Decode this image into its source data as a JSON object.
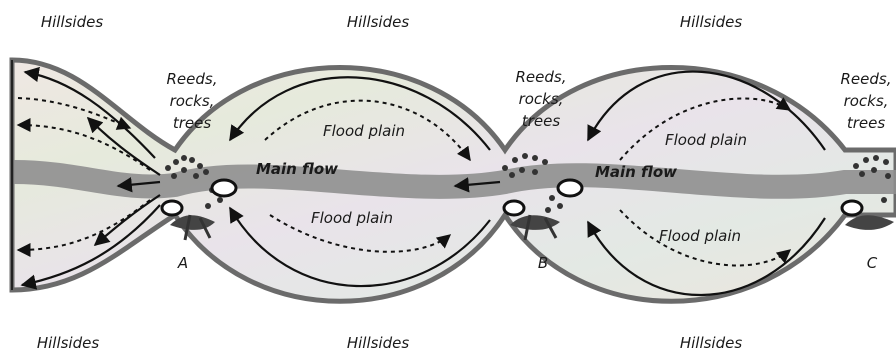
{
  "labels": {
    "hillsides": "Hillsides",
    "reeds": [
      "Reeds,",
      "rocks,",
      "trees"
    ],
    "main_flow": "Main flow",
    "flood_plain": "Flood plain",
    "points": [
      "A",
      "B",
      "C"
    ]
  },
  "colors": {
    "channel": "#e8e3d6",
    "outline": "#6b6b6b",
    "main_flow": "#8f8f8f",
    "arrow": "#111111",
    "rocks": "#333333"
  }
}
